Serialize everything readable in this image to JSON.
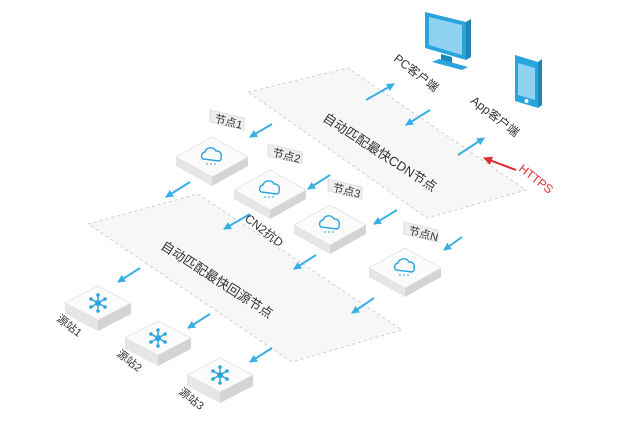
{
  "clients": {
    "pc_label": "PC客户端",
    "app_label": "App客户端"
  },
  "bands": {
    "cdn_label": "自动匹配最快CDN节点",
    "origin_label": "自动匹配最快回源节点"
  },
  "protocol": {
    "label": "HTTPS"
  },
  "cdn_nodes": [
    {
      "label": "节点1"
    },
    {
      "label": "节点2"
    },
    {
      "label": "节点3"
    },
    {
      "label": "节点N"
    }
  ],
  "link_label": "CN2抗D",
  "origins": [
    {
      "label": "源站1"
    },
    {
      "label": "源站2"
    },
    {
      "label": "源站3"
    }
  ],
  "colors": {
    "arrow": "#3ab0e2",
    "accent": "#2aa4dc",
    "protocol": "#d9302c",
    "band": "#f7f7f7",
    "band_border": "#cfcfcf",
    "tile_top": "#fbfbfb",
    "tile_side": "#dedede",
    "text": "#333333"
  }
}
